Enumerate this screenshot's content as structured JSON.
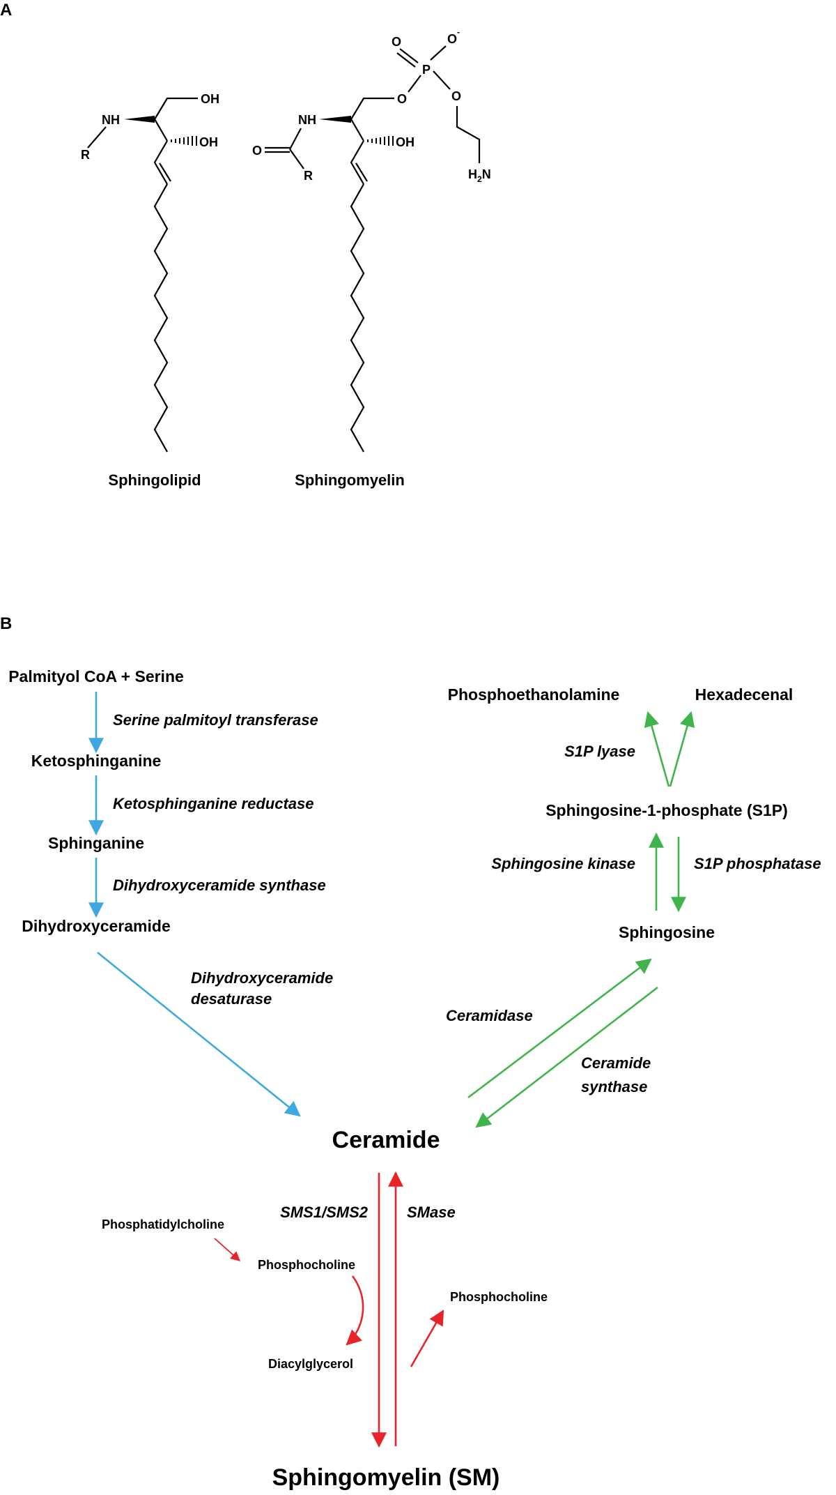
{
  "panels": {
    "a": "A",
    "b": "B"
  },
  "structures": {
    "sphingolipid": {
      "label": "Sphingolipid",
      "atoms": {
        "nh": "NH",
        "r": "R",
        "oh_top": "OH",
        "oh_mid": "OH"
      }
    },
    "sphingomyelin": {
      "label": "Sphingomyelin",
      "atoms": {
        "nh": "NH",
        "o_carbonyl": "O",
        "r": "R",
        "oh_mid": "OH",
        "p": "P",
        "o_double": "O",
        "o_minus": "O",
        "minus": "-",
        "o_left": "O",
        "o_right": "O",
        "h2n": "H",
        "h2n_sub": "2",
        "h2n_n": "N"
      }
    }
  },
  "pathway": {
    "nodes": {
      "palmitoyl": "Palmityol CoA + Serine",
      "ketosphinganine": "Ketosphinganine",
      "sphinganine": "Sphinganine",
      "dihydroxyceramide": "Dihydroxyceramide",
      "ceramide": "Ceramide",
      "sphingomyelin": "Sphingomyelin (SM)",
      "sphingosine": "Sphingosine",
      "s1p": "Sphingosine-1-phosphate (S1P)",
      "phosphoethanolamine": "Phosphoethanolamine",
      "hexadecenal": "Hexadecenal",
      "phosphatidylcholine": "Phosphatidylcholine",
      "phosphocholine_in": "Phosphocholine",
      "diacylglycerol": "Diacylglycerol",
      "phosphocholine_out": "Phosphocholine"
    },
    "enzymes": {
      "spt": "Serine palmitoyl transferase",
      "ksr": "Ketosphinganine reductase",
      "dhcs": "Dihydroxyceramide synthase",
      "dhcd_1": "Dihydroxyceramide",
      "dhcd_2": "desaturase",
      "ceramidase": "Ceramidase",
      "cersyn_1": "Ceramide",
      "cersyn_2": "synthase",
      "sphk": "Sphingosine kinase",
      "s1pp": "S1P phosphatase",
      "s1pl": "S1P lyase",
      "sms": "SMS1/SMS2",
      "smase": "SMase"
    }
  },
  "colors": {
    "blue": "#3da9e0",
    "green": "#3fb44a",
    "red": "#e8232a"
  }
}
